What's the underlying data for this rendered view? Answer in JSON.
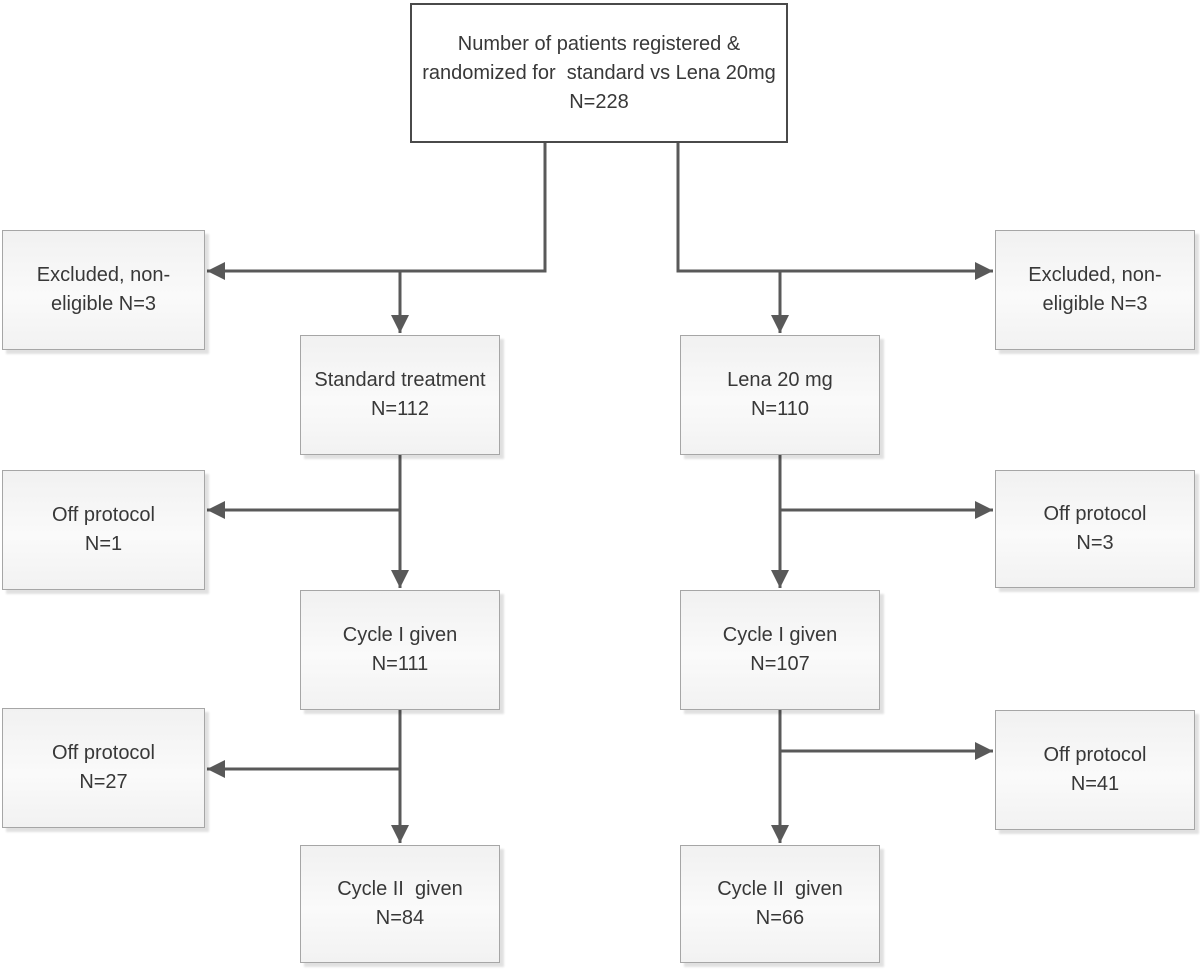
{
  "diagram": {
    "type": "flowchart",
    "description": "Patient randomization flow: standard treatment vs Lena 20mg",
    "colors": {
      "connector_line": "#595959",
      "box_border": "#a6a6a6",
      "primary_box_border": "#4a4a4a",
      "box_fill_top": "#f1f1f1",
      "box_fill_bottom": "#f2f2f2",
      "text": "#383838",
      "background": "#ffffff"
    },
    "nodes": {
      "registered": {
        "text": "Number of patients registered &\nrandomized for  standard vs Lena 20mg\nN=228"
      },
      "excluded_left": {
        "text": "Excluded, non-\neligible N=3"
      },
      "excluded_right": {
        "text": "Excluded, non-\neligible N=3"
      },
      "standard": {
        "text": "Standard treatment\nN=112"
      },
      "lena": {
        "text": "Lena 20 mg\nN=110"
      },
      "off_protocol_std_1": {
        "text": "Off protocol\nN=1"
      },
      "off_protocol_lena_1": {
        "text": "Off protocol\nN=3"
      },
      "cycle1_std": {
        "text": "Cycle I given\nN=111"
      },
      "cycle1_lena": {
        "text": "Cycle I given\nN=107"
      },
      "off_protocol_std_2": {
        "text": "Off protocol\nN=27"
      },
      "off_protocol_lena_2": {
        "text": "Off protocol\nN=41"
      },
      "cycle2_std": {
        "text": "Cycle II  given\nN=84"
      },
      "cycle2_lena": {
        "text": "Cycle II  given\nN=66"
      }
    }
  }
}
